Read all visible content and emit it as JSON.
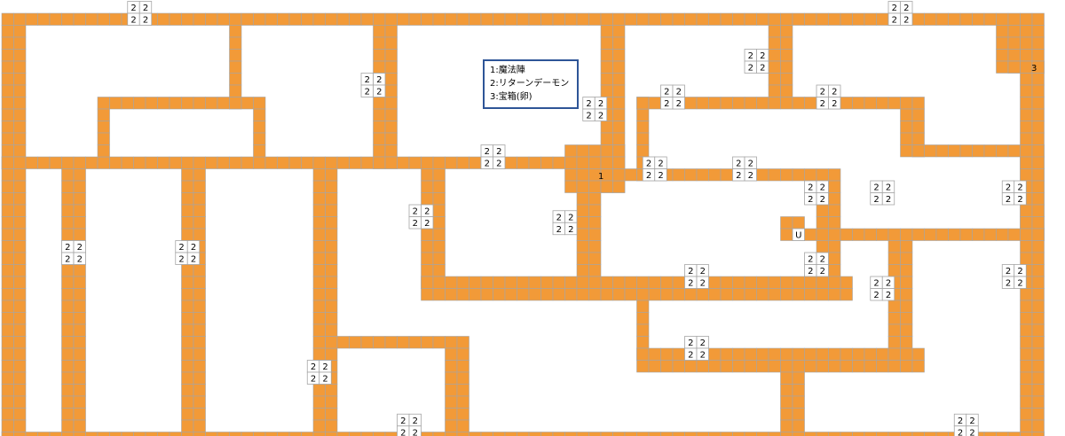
{
  "legend": {
    "items": [
      "1:魔法陣",
      "2:リターンデーモン",
      "3:宝箱(卵)"
    ]
  },
  "map": {
    "colors": {
      "corridor": "#f29a38",
      "grid_line": "#a6a6a6",
      "label_cell": "#ffffff",
      "legend_border": "#2e5597"
    },
    "magic_circle_label": "1",
    "treasure_label": "3",
    "start_label": "U",
    "return_demon_value": "2"
  }
}
